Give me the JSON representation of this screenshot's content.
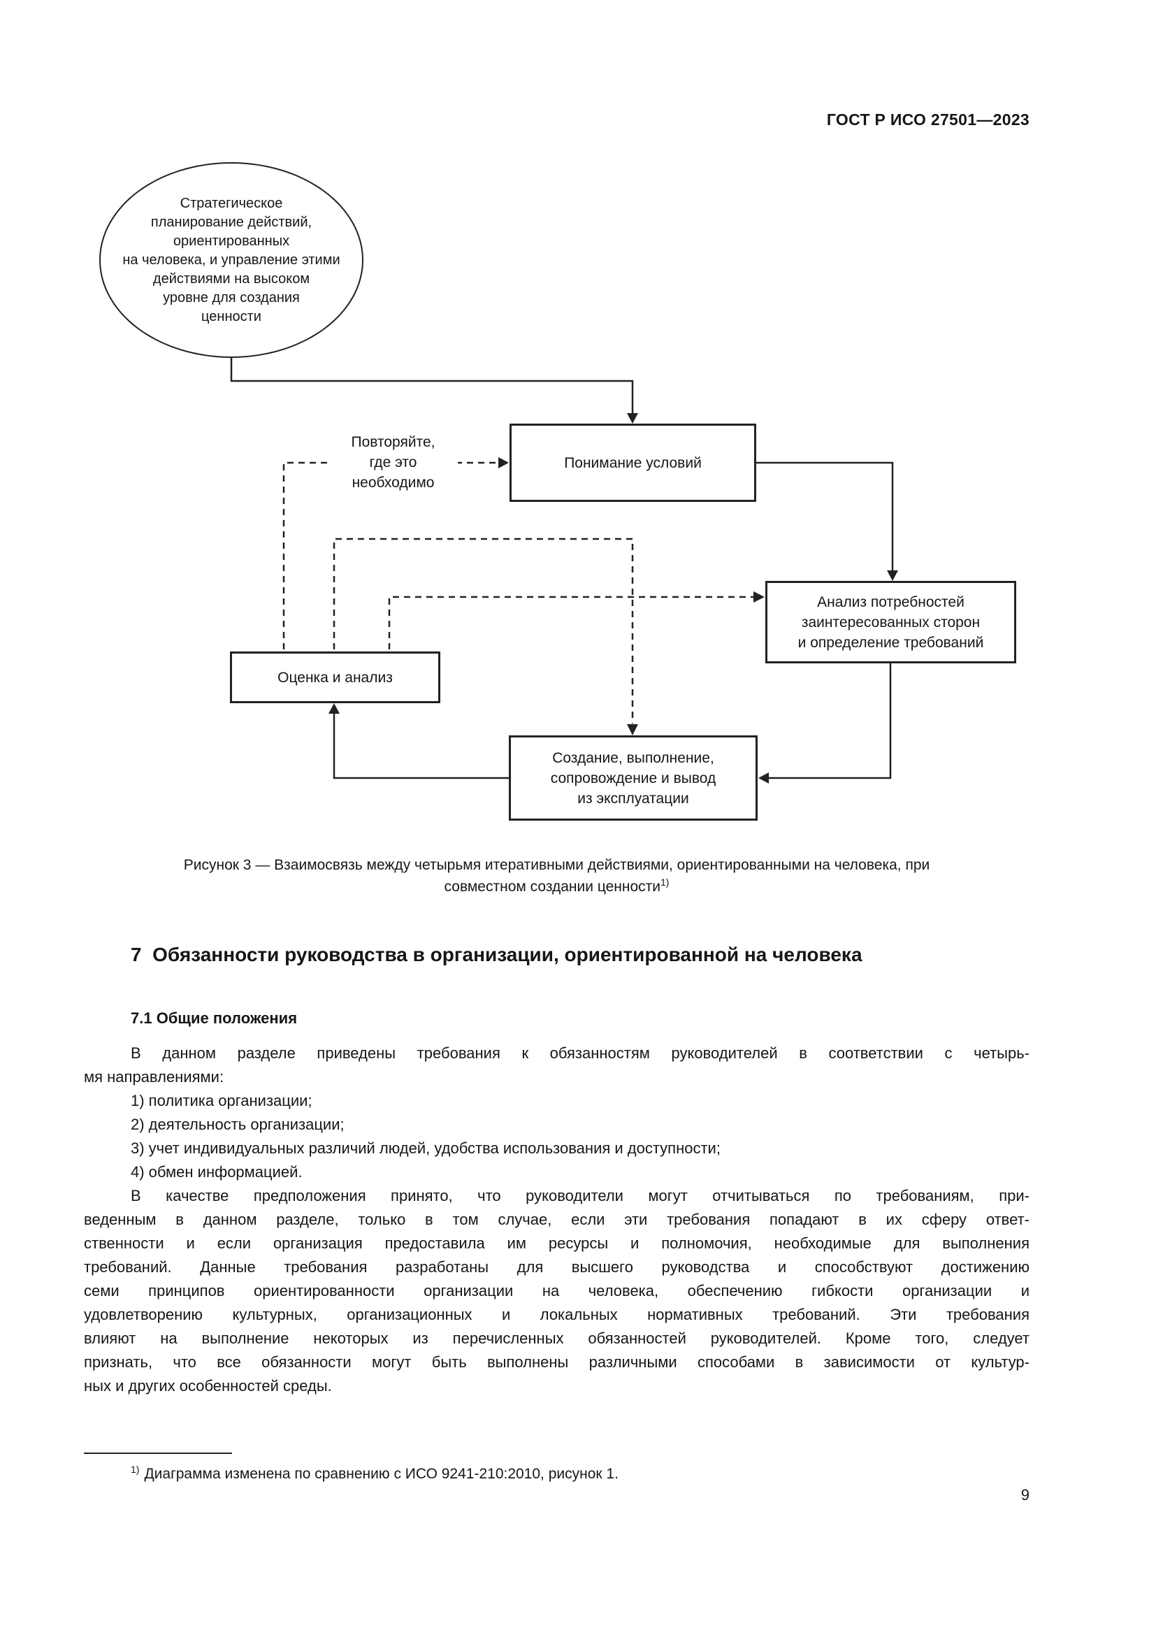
{
  "page": {
    "header": "ГОСТ Р ИСО 27501—2023",
    "number": "9"
  },
  "diagram": {
    "ellipse_text": "Стратегическое\nпланирование действий,\nориентированных\nна человека, и управление этими\nдействиями на высоком\nуровне для создания\nценности",
    "iterate_label": "Повторяйте,\nгде это\nнеобходимо",
    "boxes": {
      "understanding": "Понимание условий",
      "analysis": "Анализ потребностей\nзаинтересованных сторон\nи определение требований",
      "evaluation": "Оценка и анализ",
      "creation": "Создание, выполнение,\nсопровождение и вывод\nиз эксплуатации"
    }
  },
  "caption": {
    "line1": "Рисунок 3 — Взаимосвязь между четырьмя итеративными действиями, ориентированными на человека, при",
    "line2": "совместном создании ценности",
    "marker": "1)"
  },
  "section": {
    "heading": "7  Обязанности руководства в организации, ориентированной на человека",
    "subheading": "7.1 Общие положения",
    "para1_lines": [
      "В данном разделе приведены требования к обязанностям руководителей в соответствии с четырь-",
      "мя направлениями:"
    ],
    "list": [
      "1) политика организации;",
      "2) деятельность организации;",
      "3) учет индивидуальных различий людей, удобства использования и доступности;",
      "4) обмен информацией."
    ],
    "para2_lines": [
      "В качестве предположения принято, что руководители могут отчитываться по требованиям, при-",
      "веденным в данном разделе, только в том случае, если эти требования попадают в их сферу ответ-",
      "ственности и если организация предоставила им ресурсы и полномочия, необходимые для выполнения",
      "требований. Данные требования разработаны для высшего руководства и способствуют достижению",
      "семи принципов ориентированности организации на человека, обеспечению гибкости организации и",
      "удовлетворению культурных, организационных и локальных нормативных требований. Эти требования",
      "влияют на выполнение некоторых из перечисленных обязанностей руководителей. Кроме того, следует",
      "признать, что все обязанности могут быть выполнены различными способами в зависимости от культур-",
      "ных и других особенностей среды."
    ]
  },
  "footnote": {
    "marker": "1)",
    "text": "Диаграмма изменена по сравнению с ИСО 9241-210:2010, рисунок 1."
  }
}
